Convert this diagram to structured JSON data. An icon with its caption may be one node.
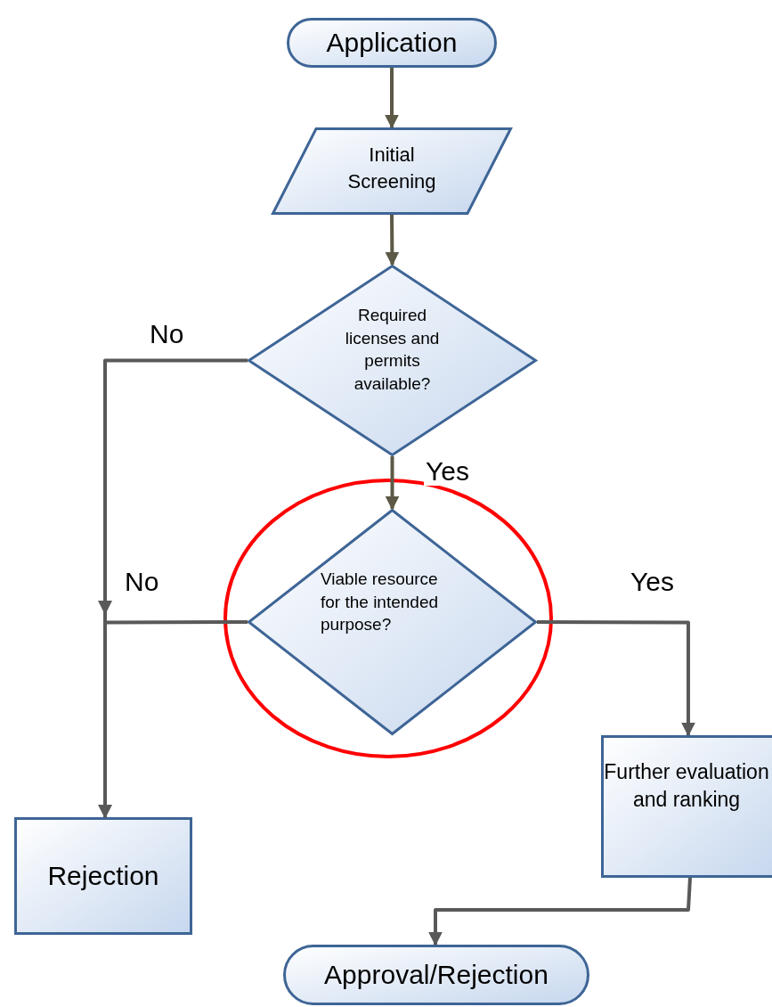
{
  "diagram": {
    "nodes": [
      {
        "text": [
          "Application"
        ]
      },
      {
        "text": [
          "Initial Screening"
        ]
      },
      {
        "text": [
          "Required licenses and permits available?"
        ]
      },
      {
        "text": [
          "Viable resource for the intended purpose?"
        ]
      },
      {
        "text": [
          "Rejection"
        ]
      },
      {
        "text": [
          "Further evaluation and ranking"
        ]
      },
      {
        "text": [
          "Approval/Rejection"
        ]
      }
    ],
    "edges": [
      {
        "from": 0,
        "to": 1,
        "arrow": "to",
        "color": "#5c5a46"
      },
      {
        "from": 1,
        "to": 2,
        "arrow": "to",
        "color": "#5c5a46"
      },
      {
        "from": 2,
        "to": 3,
        "arrow": "to",
        "label": "Yes",
        "color": "#5c5a46"
      },
      {
        "from": 2,
        "to": 4,
        "arrow": "to",
        "label": "No"
      },
      {
        "from": 3,
        "to": 4,
        "arrow": "to",
        "label": "No"
      },
      {
        "from": 3,
        "to": 5,
        "arrow": "to",
        "label": "Yes"
      },
      {
        "from": 5,
        "to": 6,
        "arrow": "to"
      }
    ]
  }
}
